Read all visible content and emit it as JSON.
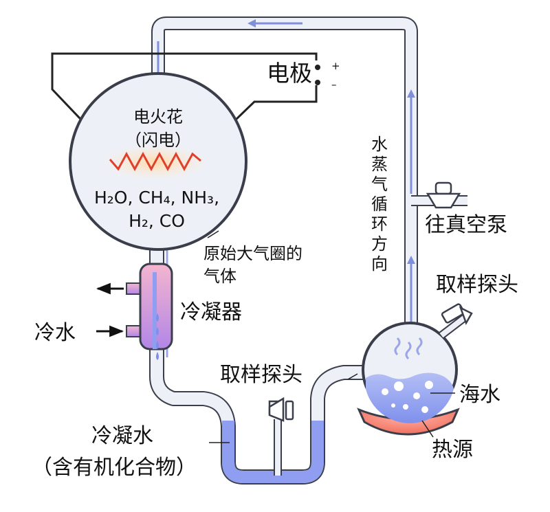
{
  "labels": {
    "electrode": "电极",
    "plus": "+",
    "minus": "–",
    "spark_line1": "电火花",
    "spark_line2": "（闪电）",
    "gas_line1": "H₂O, CH₄, NH₃,",
    "gas_line2": "H₂, CO",
    "atmosphere_line1": "原始大气圈的",
    "atmosphere_line2": "气体",
    "condenser": "冷凝器",
    "cold_water": "冷水",
    "probe_right": "取样探头",
    "probe_bottom": "取样探头",
    "vacuum": "往真空泵",
    "steam_vertical": [
      "水",
      "蒸",
      "气",
      "循",
      "环",
      "方",
      "向"
    ],
    "seawater": "海水",
    "heat_source": "热源",
    "condensate_line1": "冷凝水",
    "condensate_line2": "（含有机化合物）"
  },
  "colors": {
    "tube_fill": "#eef0f7",
    "tube_edge": "#3a3d4a",
    "flow_arrow": "#7f8fd9",
    "spark_glow": "#ffc98a",
    "spark_line": "#e0402a",
    "water": "#8f9ef0",
    "condenser_top": "#f4b5cf",
    "condenser_bottom": "#b286e6",
    "heater": "#f47a6a"
  }
}
